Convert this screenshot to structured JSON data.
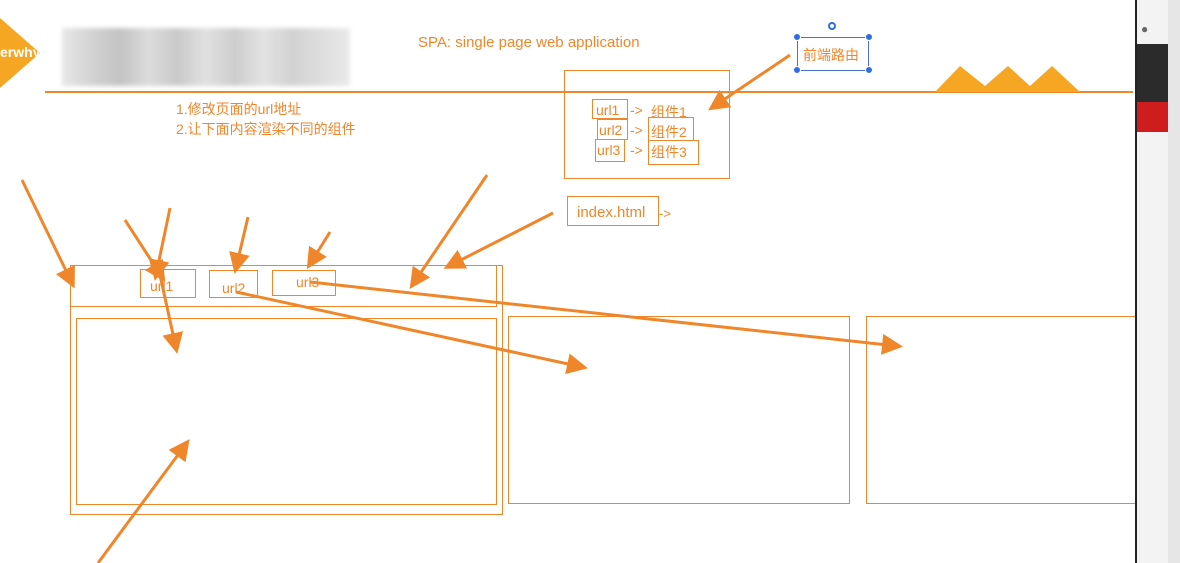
{
  "logo_text": "erwhy",
  "title": "SPA: single page web application",
  "notes": [
    "1.修改页面的url地址",
    "2.让下面内容渲染不同的组件"
  ],
  "mapping": [
    {
      "url": "url1",
      "arrow": "->",
      "component": "组件1"
    },
    {
      "url": "url2",
      "arrow": "->",
      "component": "组件2"
    },
    {
      "url": "url3",
      "arrow": "->",
      "component": "组件3"
    }
  ],
  "index_label": "index.html",
  "index_arrow": "->",
  "selected_text": "前端路由",
  "nav_links": [
    "url1",
    "url2",
    "url3"
  ],
  "colors": {
    "accent": "#f0862a",
    "selection": "#2f6ee0",
    "sidebar_red": "#cf1d1d"
  }
}
